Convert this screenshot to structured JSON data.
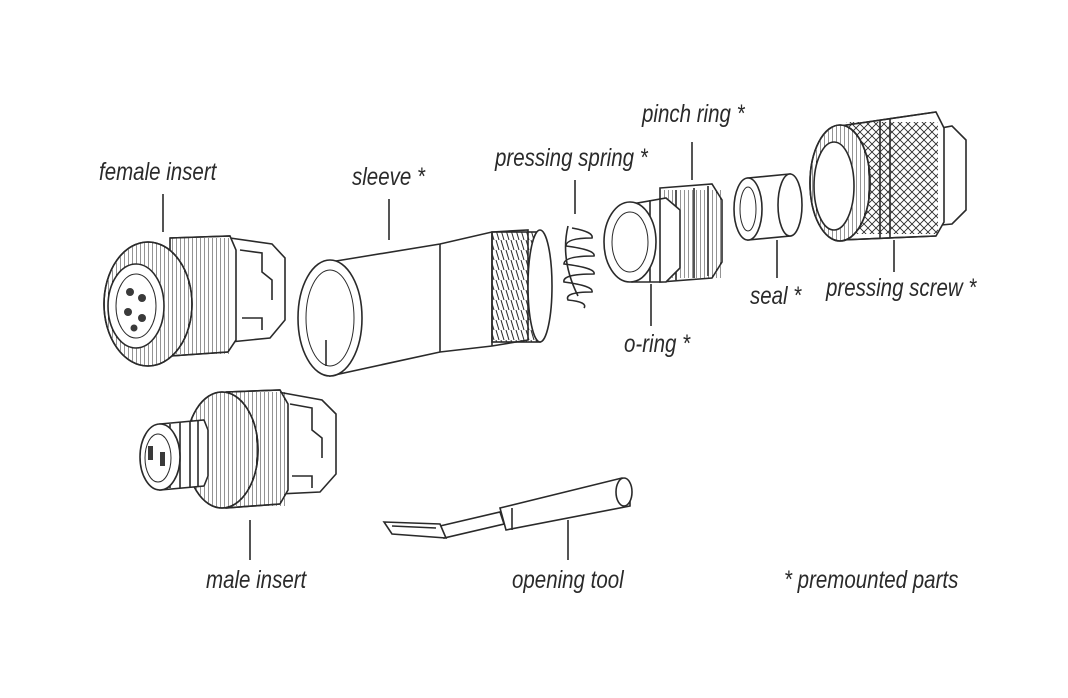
{
  "labels": {
    "female_insert": "female insert",
    "sleeve": "sleeve *",
    "pressing_spring": "pressing spring *",
    "pinch_ring": "pinch ring *",
    "pressing_screw": "pressing screw *",
    "seal": "seal *",
    "o_ring": "o-ring *",
    "male_insert": "male insert",
    "opening_tool": "opening tool",
    "premounted_note": "* premounted parts"
  }
}
